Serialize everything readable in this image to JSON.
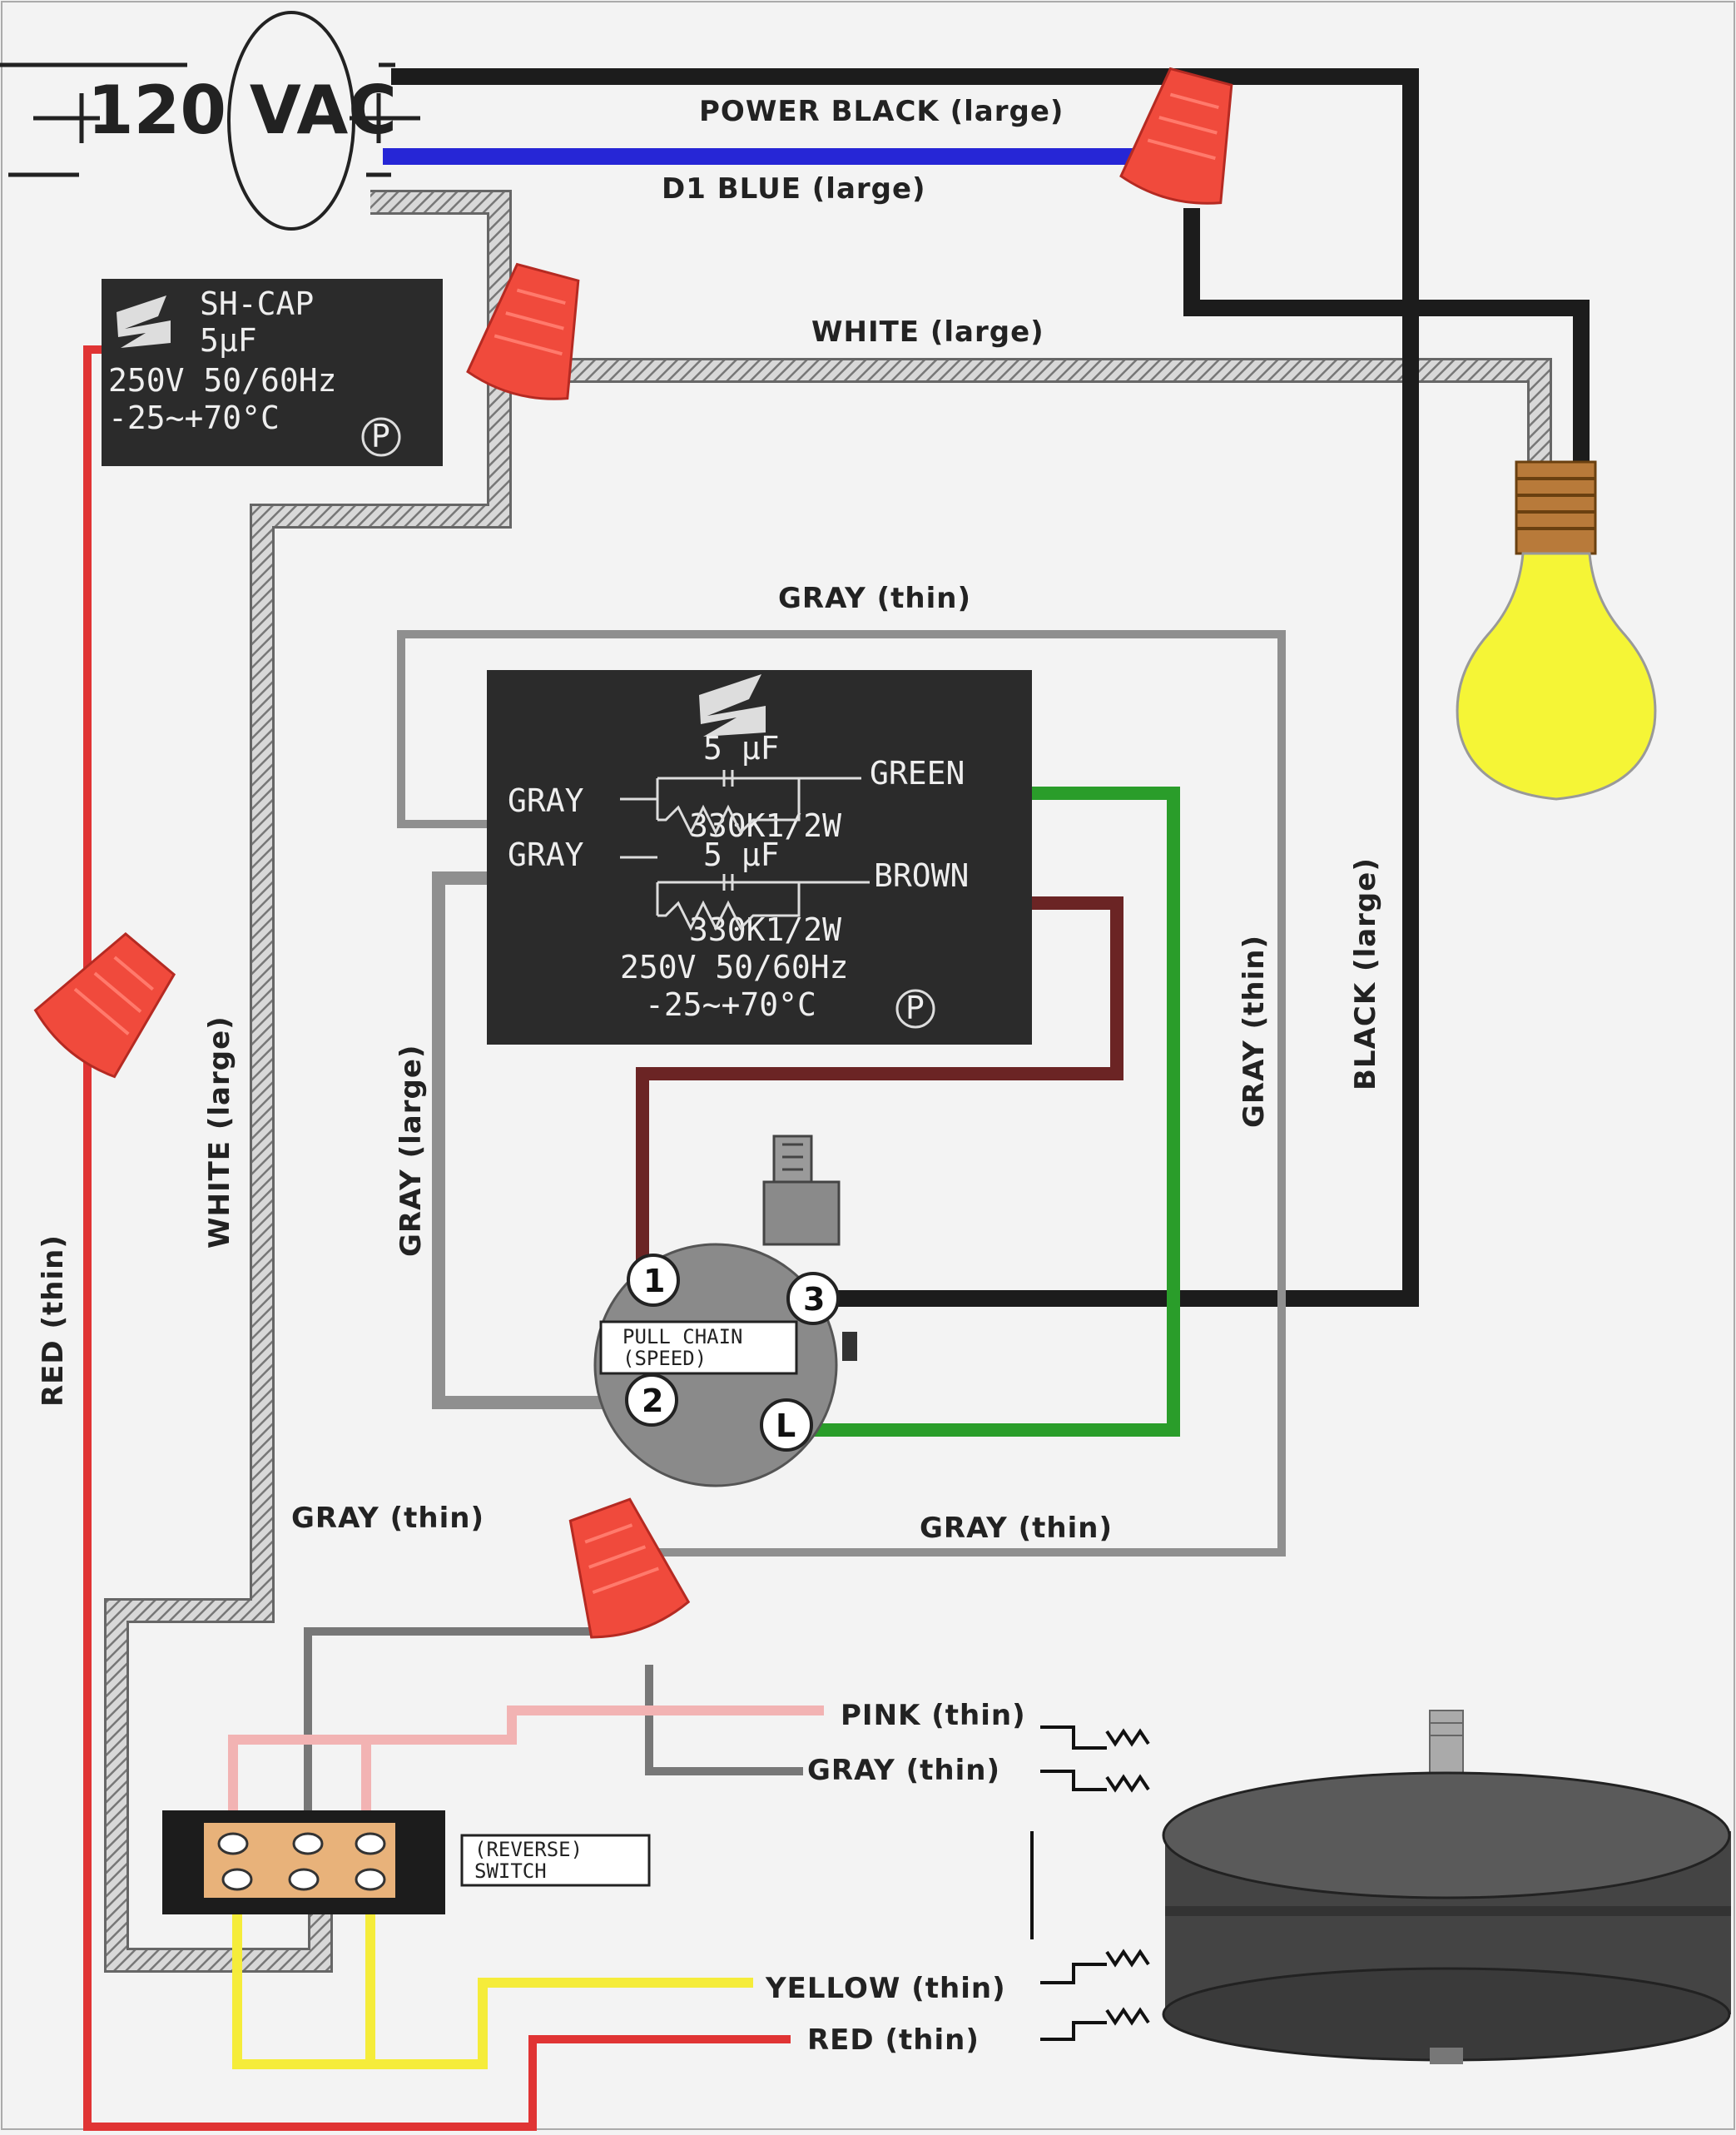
{
  "source": {
    "label": "120 VAC",
    "minus": "—",
    "plus": "+"
  },
  "wires": {
    "power_black": "POWER BLACK (large)",
    "d1_blue": "D1 BLUE (large)",
    "white_top": "WHITE (large)",
    "white_left": "WHITE (large)",
    "red_left": "RED (thin)",
    "gray_top": "GRAY (thin)",
    "gray_large": "GRAY (large)",
    "gray_right": "GRAY (thin)",
    "black_right": "BLACK (large)",
    "gray_bottom_left": "GRAY (thin)",
    "gray_bottom_right": "GRAY (thin)",
    "pink": "PINK (thin)",
    "gray_motor": "GRAY (thin)",
    "yellow": "YELLOW (thin)",
    "red_motor": "RED (thin)"
  },
  "start_cap": {
    "name": "SH-CAP",
    "value": "5µF",
    "rating": "250V 50/60Hz",
    "temp": "-25~+70°C",
    "mark": "P"
  },
  "run_cap": {
    "value1": "5 µF",
    "resistor1": "330K1/2W",
    "value2": "5 µF",
    "resistor2": "330K1/2W",
    "rating": "250V 50/60Hz",
    "temp": "-25~+70°C",
    "mark": "P",
    "pins": {
      "gray1": "GRAY",
      "gray2": "GRAY",
      "green": "GREEN",
      "brown": "BROWN"
    }
  },
  "pull_chain": {
    "label_line1": "PULL CHAIN",
    "label_line2": "(SPEED)",
    "t1": "1",
    "t2": "2",
    "t3": "3",
    "tL": "L"
  },
  "reverse_switch": {
    "label_line1": "(REVERSE)",
    "label_line2": "SWITCH"
  },
  "colors": {
    "black": "#1c1c1c",
    "blue": "#2626d6",
    "red": "#e03434",
    "gray": "#8f8f8f",
    "green": "#2a9d2a",
    "brown": "#6b2424",
    "pink": "#f2b3b3",
    "yellow": "#f5ec3a",
    "bulb": "#f5f536",
    "wirenut": "#f04a3c"
  }
}
